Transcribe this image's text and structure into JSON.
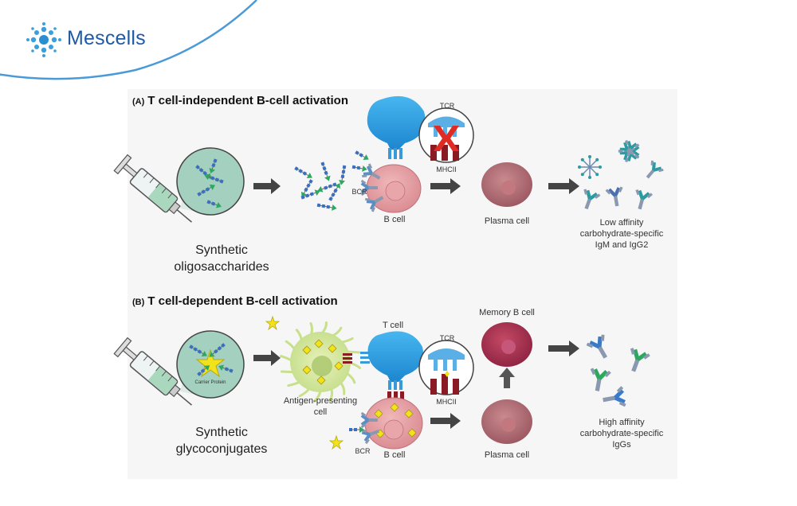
{
  "brand": {
    "name": "Mescells"
  },
  "panel_a": {
    "tag": "(A)",
    "title": "T cell-independent B-cell activation",
    "input_line1": "Synthetic",
    "input_line2": "oligosaccharides",
    "b_cell": "B cell",
    "bcr": "BCR",
    "tcr": "TCR",
    "mhcii": "MHCII",
    "plasma_cell": "Plasma cell",
    "out_line1": "Low affinity",
    "out_line2": "carbohydrate-specific",
    "out_line3": "IgM and IgG2"
  },
  "panel_b": {
    "tag": "(B)",
    "title": "T cell-dependent B-cell activation",
    "input_line1": "Synthetic",
    "input_line2": "glycoconjugates",
    "carrier": "Carrier Protein",
    "apc_line1": "Antigen-presenting",
    "apc_line2": "cell",
    "t_cell": "T cell",
    "tcr": "TCR",
    "mhcii": "MHCII",
    "b_cell": "B cell",
    "bcr": "BCR",
    "memory_cell": "Memory B cell",
    "plasma_cell": "Plasma cell",
    "out_line1": "High affinity",
    "out_line2": "carbohydrate-specific",
    "out_line3": "IgGs"
  },
  "colors": {
    "brand_blue": "#1e5aa5",
    "swoosh": "#4a9ad8",
    "circle_green": "#9ccbb8",
    "t_cell_blue": "#2a9be0",
    "b_cell_pink": "#e4a0a4",
    "plasma": "#a86066",
    "memory": "#a8324f",
    "apc_green": "#d4e8a0",
    "mhc_red": "#8a1a24",
    "glycan_blue": "#3a6fc0",
    "glycan_green": "#2ea860",
    "star_yellow": "#f2e21a"
  }
}
